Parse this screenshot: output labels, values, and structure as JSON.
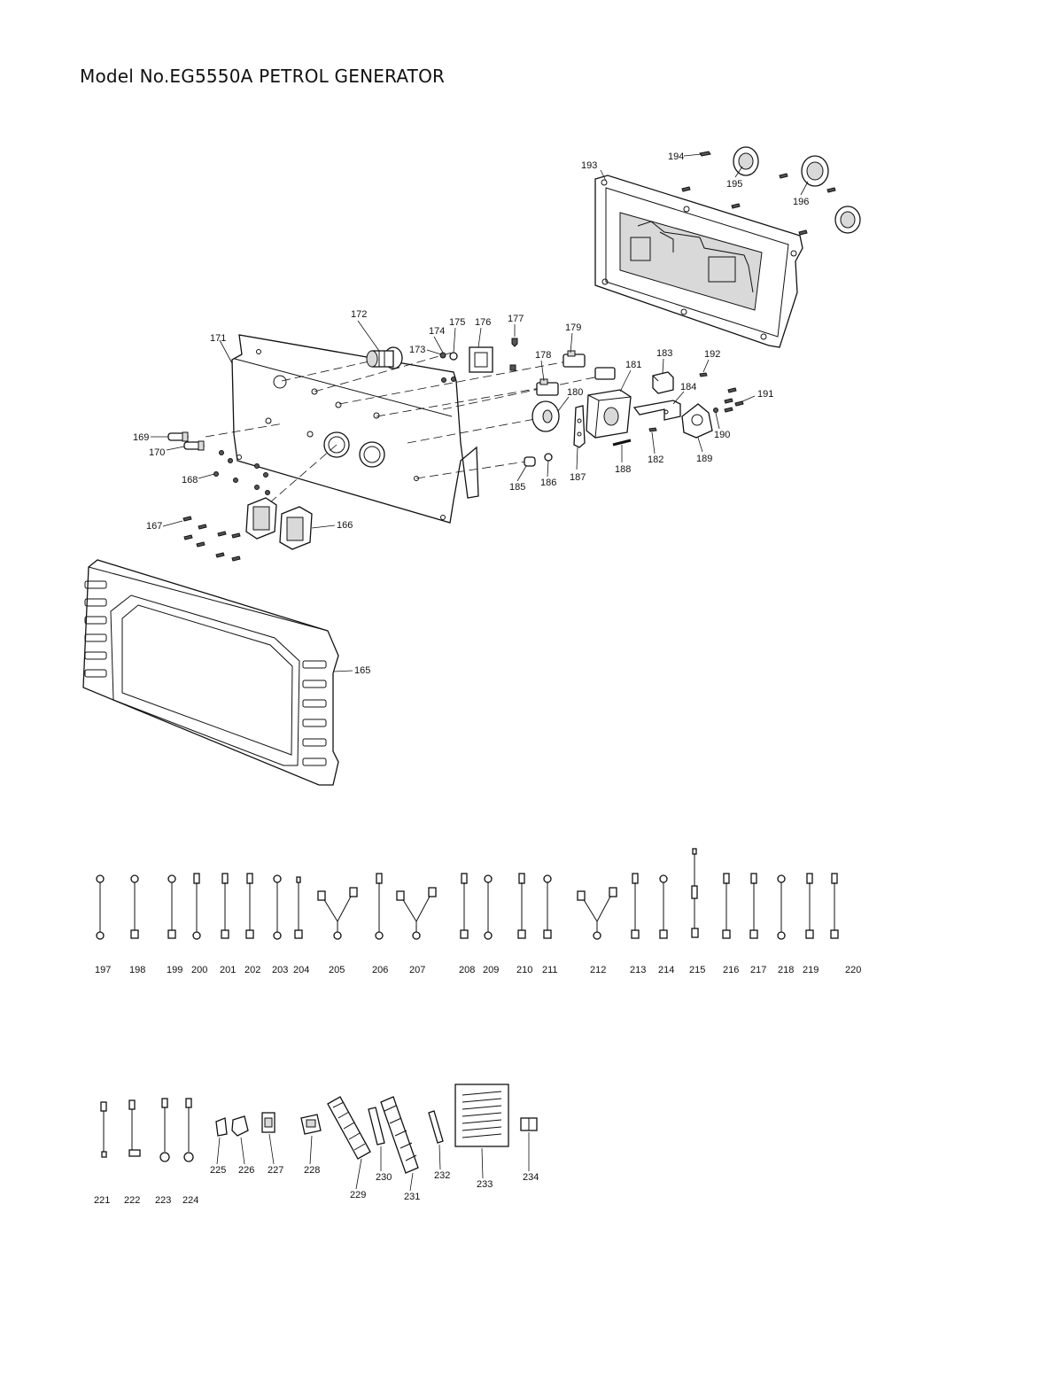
{
  "title": "Model No.EG5550A PETROL GENERATOR",
  "callouts": [
    {
      "id": "194",
      "label": "194"
    },
    {
      "id": "193",
      "label": "193"
    },
    {
      "id": "195",
      "label": "195"
    },
    {
      "id": "196",
      "label": "196"
    },
    {
      "id": "172",
      "label": "172"
    },
    {
      "id": "174",
      "label": "174"
    },
    {
      "id": "175",
      "label": "175"
    },
    {
      "id": "176",
      "label": "176"
    },
    {
      "id": "177",
      "label": "177"
    },
    {
      "id": "179",
      "label": "179"
    },
    {
      "id": "171",
      "label": "171"
    },
    {
      "id": "173",
      "label": "173"
    },
    {
      "id": "178",
      "label": "178"
    },
    {
      "id": "181",
      "label": "181"
    },
    {
      "id": "183",
      "label": "183"
    },
    {
      "id": "192",
      "label": "192"
    },
    {
      "id": "180",
      "label": "180"
    },
    {
      "id": "184",
      "label": "184"
    },
    {
      "id": "191",
      "label": "191"
    },
    {
      "id": "190",
      "label": "190"
    },
    {
      "id": "169",
      "label": "169"
    },
    {
      "id": "170",
      "label": "170"
    },
    {
      "id": "182",
      "label": "182"
    },
    {
      "id": "188",
      "label": "188"
    },
    {
      "id": "189",
      "label": "189"
    },
    {
      "id": "187",
      "label": "187"
    },
    {
      "id": "186",
      "label": "186"
    },
    {
      "id": "185",
      "label": "185"
    },
    {
      "id": "168",
      "label": "168"
    },
    {
      "id": "167",
      "label": "167"
    },
    {
      "id": "166",
      "label": "166"
    },
    {
      "id": "165",
      "label": "165"
    }
  ],
  "wires_row1": [
    "197",
    "198",
    "199",
    "200",
    "201",
    "202",
    "203",
    "204",
    "205",
    "206",
    "207",
    "208",
    "209",
    "210",
    "211",
    "212",
    "213",
    "214",
    "215",
    "216",
    "217",
    "218",
    "219",
    "220"
  ],
  "parts_row2": [
    "221",
    "222",
    "223",
    "224",
    "225",
    "226",
    "227",
    "228",
    "229",
    "230",
    "231",
    "232",
    "233",
    "234"
  ]
}
